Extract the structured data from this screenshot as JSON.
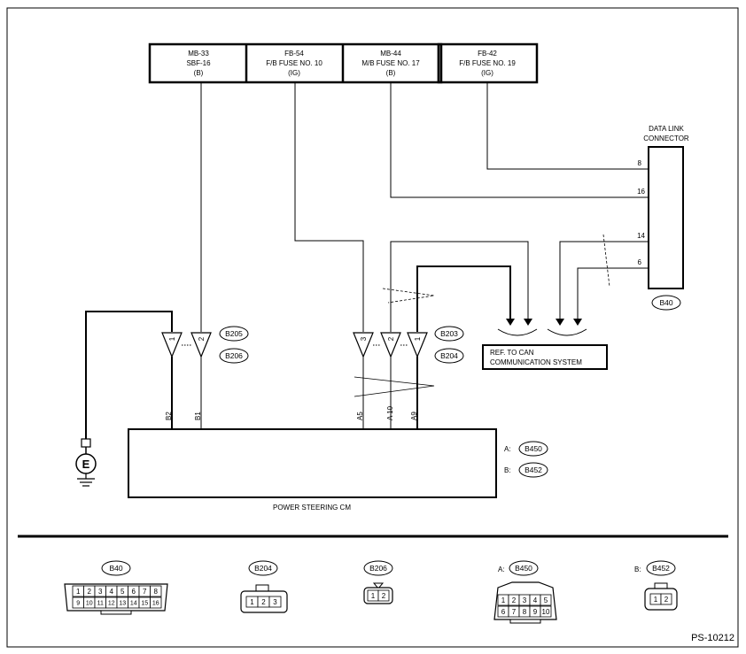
{
  "fuses": [
    {
      "line1": "MB-33",
      "line2": "SBF-16",
      "line3": "(B)"
    },
    {
      "line1": "FB-54",
      "line2": "F/B FUSE NO. 10",
      "line3": "(IG)"
    },
    {
      "line1": "MB-44",
      "line2": "M/B FUSE NO. 17",
      "line3": "(B)"
    },
    {
      "line1": "FB-42",
      "line2": "F/B FUSE NO. 19",
      "line3": "(IG)"
    }
  ],
  "dlc": {
    "title_line1": "DATA LINK",
    "title_line2": "CONNECTOR",
    "connector": "B40",
    "pins": [
      "8",
      "16",
      "14",
      "6"
    ]
  },
  "joint_connectors": {
    "left": [
      "B205",
      "B206"
    ],
    "mid": [
      "B203",
      "B204"
    ],
    "left_pins": [
      "1",
      "2"
    ],
    "mid_pins": [
      "3",
      "2",
      "1"
    ]
  },
  "can_ref": {
    "line1": "REF. TO CAN",
    "line2": "COMMUNICATION SYSTEM"
  },
  "cm": {
    "label": "POWER STEERING CM",
    "terminals": [
      "B2",
      "B1",
      "A5",
      "A 10",
      "A9"
    ],
    "connectors": [
      {
        "prefix": "A:",
        "name": "B450"
      },
      {
        "prefix": "B:",
        "name": "B452"
      }
    ]
  },
  "ground_label": "E",
  "legend": {
    "b40": {
      "name": "B40",
      "top": [
        "1",
        "2",
        "3",
        "4",
        "5",
        "6",
        "7",
        "8"
      ],
      "bottom": [
        "9",
        "10",
        "11",
        "12",
        "13",
        "14",
        "15",
        "16"
      ]
    },
    "b204": {
      "name": "B204",
      "pins": [
        "1",
        "2",
        "3"
      ]
    },
    "b206": {
      "name": "B206",
      "pins": [
        "1",
        "2"
      ]
    },
    "b450": {
      "prefix": "A:",
      "name": "B450",
      "top": [
        "1",
        "2",
        "3",
        "4",
        "5"
      ],
      "bottom": [
        "6",
        "7",
        "8",
        "9",
        "10"
      ]
    },
    "b452": {
      "prefix": "B:",
      "name": "B452",
      "pins": [
        "1",
        "2"
      ]
    }
  },
  "figure_id": "PS-10212"
}
